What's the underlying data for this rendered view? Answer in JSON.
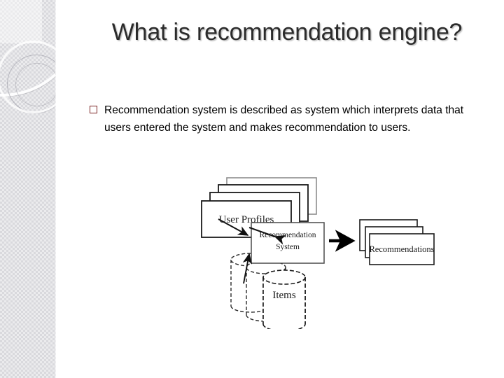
{
  "slide": {
    "title": "What is recommendation engine?",
    "bullet": {
      "marker": "hollow-square",
      "marker_color": "#7b2626",
      "text": "Recommendation system is described as system which interprets data that users entered the system and makes recommendation to users."
    }
  },
  "diagram": {
    "name": "recommendation-engine-flow",
    "nodes": {
      "user_profiles": {
        "label": "User Profiles",
        "shape": "stacked-rectangles",
        "stack_count": 4
      },
      "items": {
        "label": "Items",
        "shape": "stacked-cylinders",
        "stack_count": 3
      },
      "recommendation_system": {
        "label_line1": "Recommendation",
        "label_line2": "System",
        "shape": "rectangle"
      },
      "recommendations": {
        "label": "Recommendations",
        "shape": "stacked-rectangles",
        "stack_count": 3
      }
    },
    "edges": [
      {
        "from": "user_profiles",
        "to": "recommendation_system",
        "style": "thin-arrow"
      },
      {
        "from": "items",
        "to": "recommendation_system",
        "style": "thin-arrow"
      },
      {
        "from": "recommendation_system",
        "to": "recommendations",
        "style": "thick-arrow"
      }
    ]
  },
  "theme": {
    "background": "#ffffff",
    "sidebar": "#d9d9dd",
    "title_color": "#2b2b2b",
    "body_color": "#000000",
    "diagram_stroke": "#1a1a1a"
  }
}
